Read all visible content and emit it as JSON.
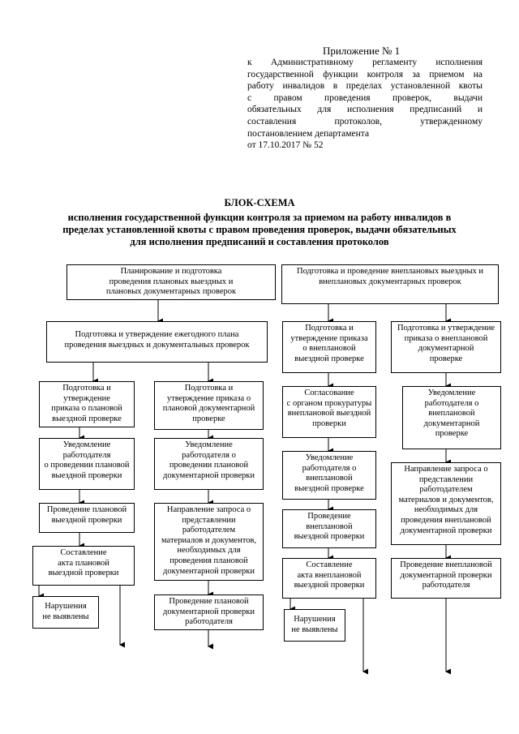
{
  "appendix": {
    "title": "Приложение № 1",
    "lines": [
      "к Административному регламенту исполнения",
      "государственной функции контроля за приемом на",
      "работу инвалидов в пределах установленной квоты",
      "с правом проведения проверок, выдачи",
      "обязательных для исполнения предписаний и",
      "составления протоколов, утвержденному",
      "постановлением департамента",
      "от 17.10.2017  № 52"
    ]
  },
  "heading": {
    "title": "БЛОК-СХЕМА",
    "lines": [
      "исполнения государственной функции контроля за приемом на работу инвалидов в",
      "пределах установленной квоты с правом проведения проверок, выдачи обязательных",
      "для исполнения предписаний и составления протоколов"
    ]
  },
  "flowchart": {
    "planned_header": [
      "Планирование и подготовка",
      "проведения плановых выездных и",
      "плановых документарных проверок"
    ],
    "unplanned_header": [
      "Подготовка и проведение внеплановых выездных и",
      "внеплановых документарных проверок"
    ],
    "annual_plan": [
      "Подготовка и утверждение ежегодного плана",
      "проведения выездных и документальных проверок"
    ],
    "planned_onsite": {
      "order": [
        "Подготовка и",
        "утверждение",
        "приказа о плановой",
        "выездной проверке"
      ],
      "notify": [
        "Уведомление",
        "работодателя",
        "о проведении плановой",
        "выездной проверки"
      ],
      "conduct": [
        "Проведение плановой",
        "выездной проверки"
      ],
      "act": [
        "Составление",
        "акта плановой",
        "выездной проверки"
      ],
      "no_violations": [
        "Нарушения",
        "не выявлены"
      ]
    },
    "planned_doc": {
      "order": [
        "Подготовка и",
        "утверждение приказа о",
        "плановой документарной",
        "проверке"
      ],
      "notify": [
        "Уведомление",
        "работодателя о",
        "проведении плановой",
        "документарной проверки"
      ],
      "request": [
        "Направление запроса о",
        "представлении",
        "работодателем",
        "материалов и документов,",
        "необходимых для",
        "проведения плановой",
        "документарной проверки"
      ],
      "conduct": [
        "Проведение плановой",
        "документарной проверки",
        "работодателя"
      ]
    },
    "unplanned_onsite": {
      "order": [
        "Подготовка и",
        "утверждение приказа",
        "о внеплановой",
        "выездной проверке"
      ],
      "approval": [
        "Согласование",
        "с органом прокуратуры",
        "внеплановой выездной",
        "проверки"
      ],
      "notify": [
        "Уведомление",
        "работодателя о",
        "внеплановой",
        "выездной проверке"
      ],
      "conduct": [
        "Проведение",
        "внеплановой",
        "выездной проверки"
      ],
      "act": [
        "Составление",
        "акта внеплановой",
        "выездной проверки"
      ],
      "no_violations": [
        "Нарушения",
        "не выявлены"
      ]
    },
    "unplanned_doc": {
      "order": [
        "Подготовка и утверждение",
        "приказа о внеплановой",
        "документарной",
        "проверке"
      ],
      "notify": [
        "Уведомление",
        "работодателя о",
        "внеплановой",
        "документарной",
        "проверке"
      ],
      "request": [
        "Направление запроса о",
        "представлении",
        "работодателем",
        "материалов и документов,",
        "необходимых для",
        "проведения внеплановой",
        "документарной проверки"
      ],
      "conduct": [
        "Проведение внеплановой",
        "документарной проверки",
        "работодателя"
      ]
    }
  }
}
